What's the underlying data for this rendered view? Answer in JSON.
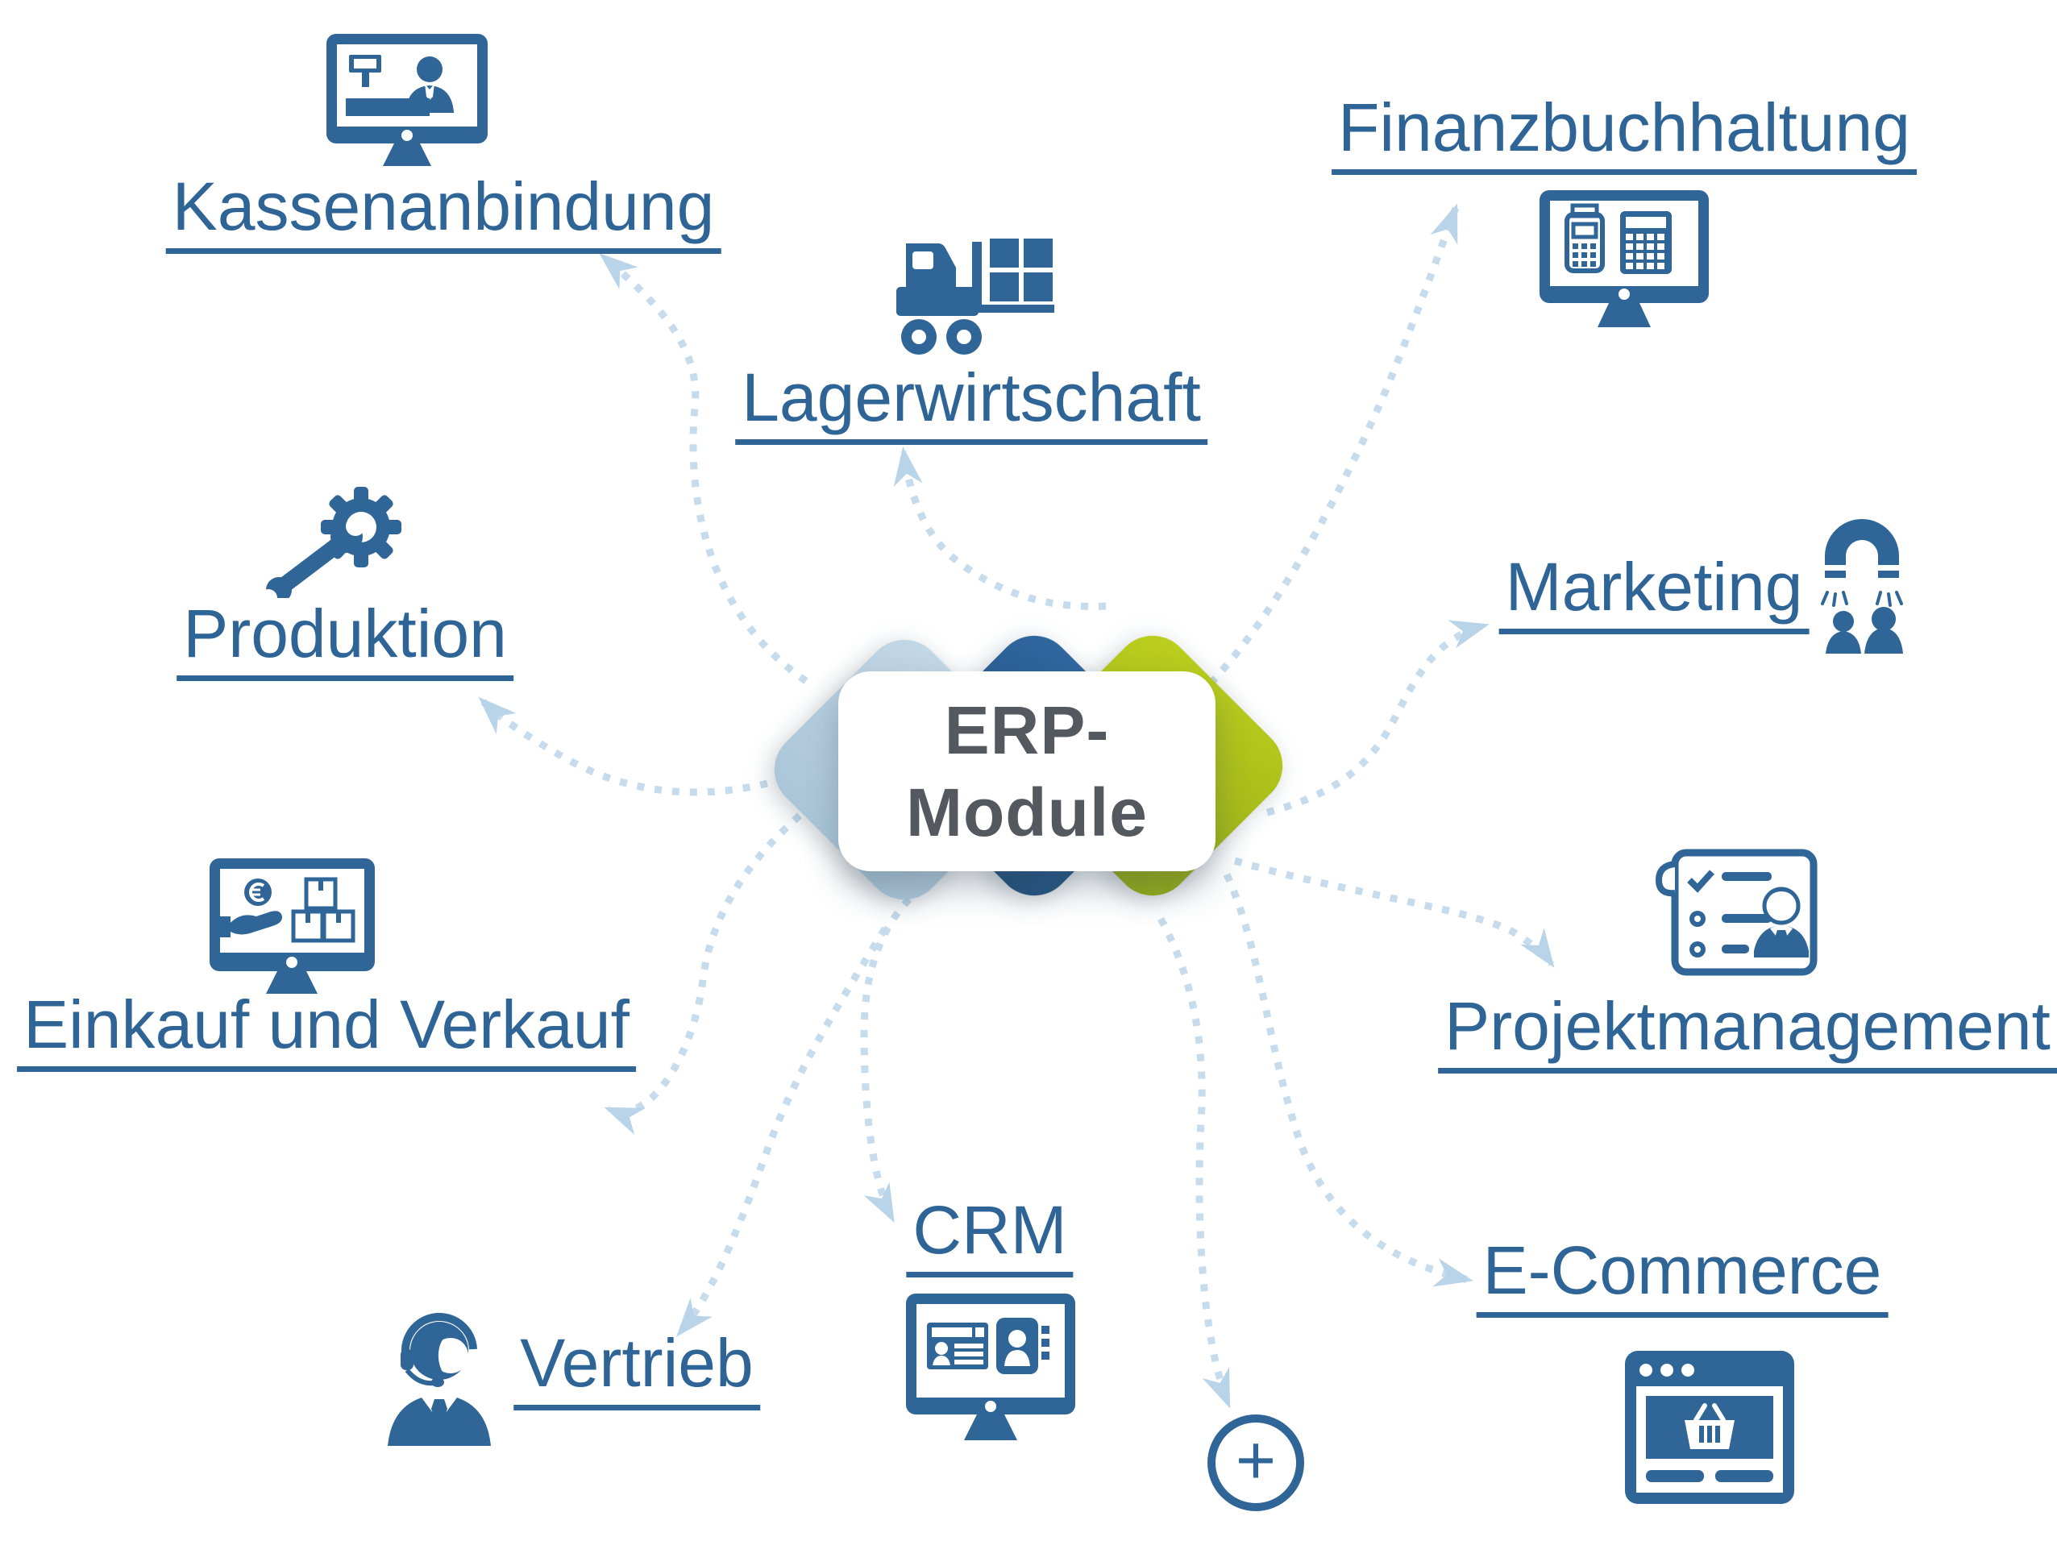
{
  "diagram": {
    "center": {
      "line1": "ERP-",
      "line2": "Module"
    },
    "modules": [
      {
        "id": "kassenanbindung",
        "label": "Kassenanbindung",
        "icon": "cashier-monitor-icon"
      },
      {
        "id": "lagerwirtschaft",
        "label": "Lagerwirtschaft",
        "icon": "forklift-icon"
      },
      {
        "id": "finanzbuchhaltung",
        "label": "Finanzbuchhaltung",
        "icon": "terminal-calculator-monitor-icon"
      },
      {
        "id": "produktion",
        "label": "Produktion",
        "icon": "gear-wrench-icon"
      },
      {
        "id": "marketing",
        "label": "Marketing",
        "icon": "magnet-customers-icon"
      },
      {
        "id": "einkauf-und-verkauf",
        "label": "Einkauf und Verkauf",
        "icon": "purchase-sale-monitor-icon"
      },
      {
        "id": "projektmanagement",
        "label": "Projektmanagement",
        "icon": "project-plan-icon"
      },
      {
        "id": "vertrieb",
        "label": "Vertrieb",
        "icon": "support-agent-icon"
      },
      {
        "id": "crm",
        "label": "CRM",
        "icon": "contact-card-monitor-icon"
      },
      {
        "id": "e-commerce",
        "label": "E-Commerce",
        "icon": "online-shop-icon"
      }
    ],
    "add_button": {
      "label": "+"
    },
    "colors": {
      "icon_blue": "#2F6597",
      "label_blue": "#2E6496",
      "arrow_blue": "#C6DBEC",
      "arrowhead_blue": "#B9D4E9",
      "diamond_light_blue": "#B7D0E1",
      "diamond_dark_blue": "#2B5F93",
      "diamond_green": "#AFC61D",
      "center_text_gray": "#54595F"
    }
  }
}
